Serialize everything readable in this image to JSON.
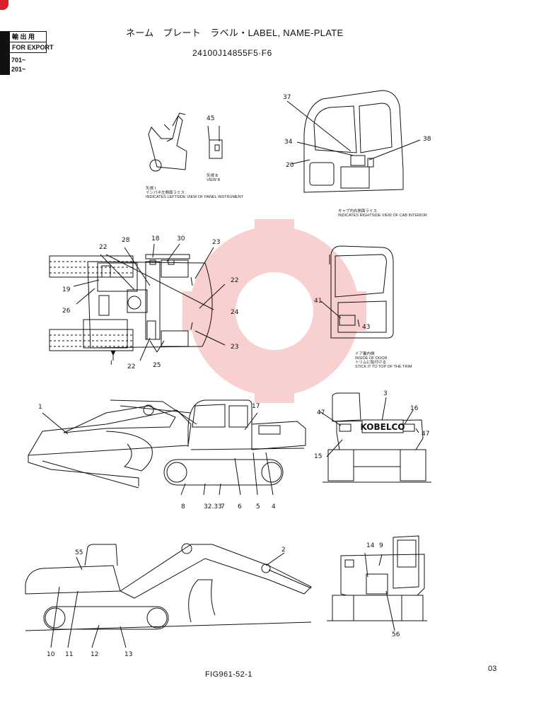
{
  "header": {
    "title": "ネーム　プレート　ラベル・LABEL, NAME-PLATE",
    "code": "24100J14855F5·F6"
  },
  "stamp": {
    "line1": "輸 出 用",
    "line2": "FOR EXPORT",
    "line3": "701~",
    "line4": "201~"
  },
  "captions": {
    "view_panel": [
      "矢視 I",
      "インパネ左側面ラミス",
      "INDICATES LEFTSIDE VIEW OF PANEL INSTRUMENT"
    ],
    "view_b": [
      "矢視 B",
      "VIEW B"
    ],
    "cab_interior": [
      "キャブ内右側面ラミス",
      "INDICATES RIGHTSIDE VIEW OF CAB INTERIOR"
    ],
    "door_inside": [
      "ドア裏内側",
      "INSIDE OF DOOR",
      "トリムに貼付ける",
      "STICK IT TO TOP OF THE TRIM"
    ]
  },
  "callouts": {
    "cab": [
      "37",
      "34",
      "20",
      "38"
    ],
    "panel": [
      "45"
    ],
    "plan": [
      "28",
      "18",
      "30",
      "22",
      "23",
      "19",
      "26",
      "22",
      "24",
      "23",
      "22",
      "25",
      "I"
    ],
    "door": [
      "41",
      "43"
    ],
    "side_left": [
      "1",
      "17",
      "8",
      "32.33",
      "7",
      "6",
      "5",
      "4"
    ],
    "rear": [
      "3",
      "47",
      "16",
      "47",
      "15"
    ],
    "side_right": [
      "55",
      "2",
      "10",
      "11",
      "12",
      "13"
    ],
    "front": [
      "14",
      "9",
      "56"
    ]
  },
  "brand_plate": "KOBELCO",
  "footer": {
    "fig": "FIG961-52-1",
    "page": "03"
  }
}
